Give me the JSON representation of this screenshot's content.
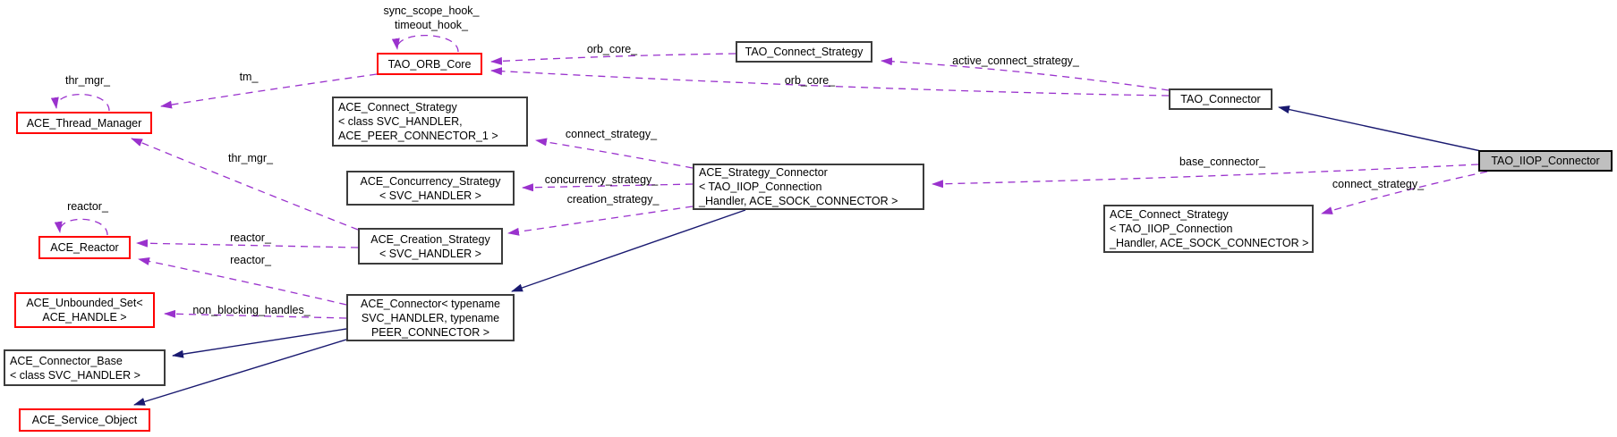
{
  "nodes": {
    "tao_orb_core": {
      "label": "TAO_ORB_Core"
    },
    "ace_thread_manager": {
      "label": "ACE_Thread_Manager"
    },
    "tao_connect_strategy": {
      "label": "TAO_Connect_Strategy"
    },
    "tao_connector": {
      "label": "TAO_Connector"
    },
    "tao_iiop_connector": {
      "label": "TAO_IIOP_Connector"
    },
    "ace_connect_strategy_svc": {
      "label": "ACE_Connect_Strategy\n< class SVC_HANDLER,\n ACE_PEER_CONNECTOR_1 >"
    },
    "ace_concurrency_strategy": {
      "label": "ACE_Concurrency_Strategy\n< SVC_HANDLER >"
    },
    "ace_strategy_connector": {
      "label": "ACE_Strategy_Connector\n< TAO_IIOP_Connection\n _Handler, ACE_SOCK_CONNECTOR >"
    },
    "ace_connect_strategy_tao": {
      "label": "ACE_Connect_Strategy\n< TAO_IIOP_Connection\n_Handler, ACE_SOCK_CONNECTOR >"
    },
    "ace_reactor": {
      "label": "ACE_Reactor"
    },
    "ace_creation_strategy": {
      "label": "ACE_Creation_Strategy\n< SVC_HANDLER >"
    },
    "ace_unbounded_set": {
      "label": "ACE_Unbounded_Set<\nACE_HANDLE >"
    },
    "ace_connector": {
      "label": "ACE_Connector< typename\nSVC_HANDLER, typename\nPEER_CONNECTOR >"
    },
    "ace_connector_base": {
      "label": "ACE_Connector_Base\n< class SVC_HANDLER >"
    },
    "ace_service_object": {
      "label": "ACE_Service_Object"
    }
  },
  "edge_labels": {
    "sync_scope_hook": "sync_scope_hook_\ntimeout_hook_",
    "thr_mgr_self": "thr_mgr_",
    "tm": "tm_",
    "orb_core_top": "orb_core_",
    "orb_core_bottom": "orb_core_",
    "active_connect_strategy": "active_connect_strategy_",
    "connect_strategy_left": "connect_strategy_",
    "concurrency_strategy": "concurrency_strategy_",
    "creation_strategy": "creation_strategy_",
    "base_connector": "base_connector_",
    "connect_strategy_right": "connect_strategy_",
    "reactor_self": "reactor_",
    "reactor_upper": "reactor_",
    "reactor_lower": "reactor_",
    "thr_mgr_mid": "thr_mgr_",
    "non_blocking_handles": "non_blocking_handles_"
  },
  "colors": {
    "usage_edge": "#9a32cd",
    "inheritance_edge": "#191970",
    "highlighted_node_border": "#ff0000",
    "node_border": "#3c3c3c",
    "current_node_fill": "#bfbfbf"
  }
}
